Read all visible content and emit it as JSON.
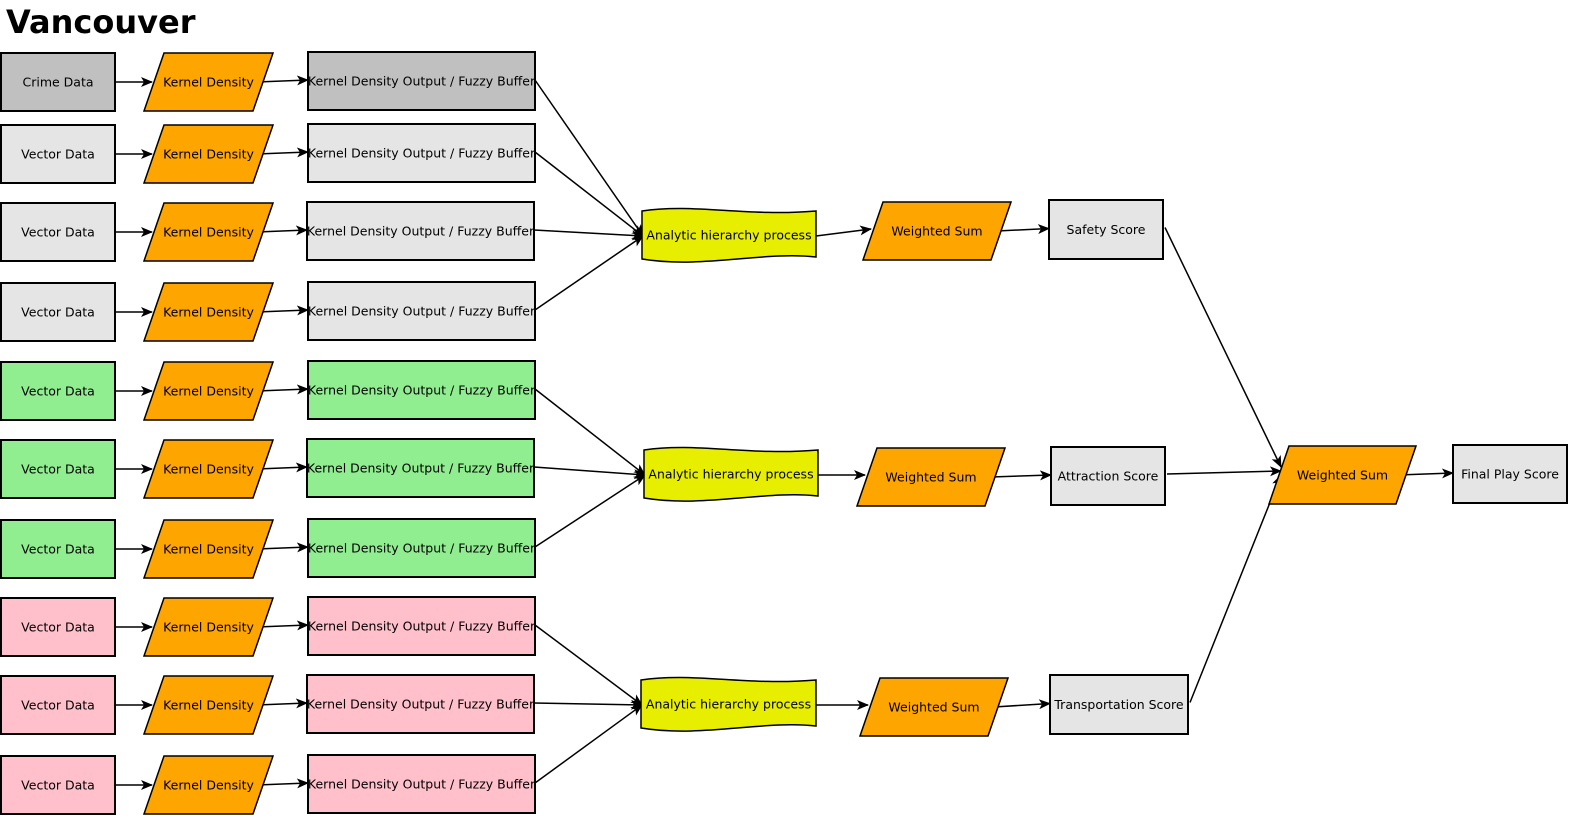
{
  "title": "Vancouver",
  "colors": {
    "crime": "#c0c0c0",
    "vector": "#e5e5e5",
    "green": "#90ee90",
    "pink": "#ffc0cb",
    "process": "#ffa500",
    "ahp": "#e8ee00",
    "score": "#e5e5e5",
    "stroke": "#000000"
  },
  "rows": [
    {
      "input": "Crime Data",
      "tool": "Kernel Density",
      "output": "Kernel Density Output / Fuzzy Buffer",
      "color": "crime"
    },
    {
      "input": "Vector Data",
      "tool": "Kernel Density",
      "output": "Kernel Density Output / Fuzzy Buffer",
      "color": "vector"
    },
    {
      "input": "Vector Data",
      "tool": "Kernel Density",
      "output": "Kernel Density Output / Fuzzy Buffer",
      "color": "vector"
    },
    {
      "input": "Vector Data",
      "tool": "Kernel Density",
      "output": "Kernel Density Output / Fuzzy Buffer",
      "color": "vector"
    },
    {
      "input": "Vector Data",
      "tool": "Kernel Density",
      "output": "Kernel Density Output / Fuzzy Buffer",
      "color": "green"
    },
    {
      "input": "Vector Data",
      "tool": "Kernel Density",
      "output": "Kernel Density Output / Fuzzy Buffer",
      "color": "green"
    },
    {
      "input": "Vector Data",
      "tool": "Kernel Density",
      "output": "Kernel Density Output / Fuzzy Buffer",
      "color": "green"
    },
    {
      "input": "Vector Data",
      "tool": "Kernel Density",
      "output": "Kernel Density Output / Fuzzy Buffer",
      "color": "pink"
    },
    {
      "input": "Vector Data",
      "tool": "Kernel Density",
      "output": "Kernel Density Output / Fuzzy Buffer",
      "color": "pink"
    },
    {
      "input": "Vector Data",
      "tool": "Kernel Density",
      "output": "Kernel Density Output / Fuzzy Buffer",
      "color": "pink"
    }
  ],
  "groups": [
    {
      "ahp": "Analytic hierarchy process",
      "sum": "Weighted Sum",
      "score": "Safety Score",
      "rows": [
        0,
        1,
        2,
        3
      ]
    },
    {
      "ahp": "Analytic hierarchy process",
      "sum": "Weighted Sum",
      "score": "Attraction Score",
      "rows": [
        4,
        5,
        6
      ]
    },
    {
      "ahp": "Analytic hierarchy process",
      "sum": "Weighted Sum",
      "score": "Transportation Score",
      "rows": [
        7,
        8,
        9
      ]
    }
  ],
  "final": {
    "sum": "Weighted Sum",
    "score": "Final Play Score"
  }
}
